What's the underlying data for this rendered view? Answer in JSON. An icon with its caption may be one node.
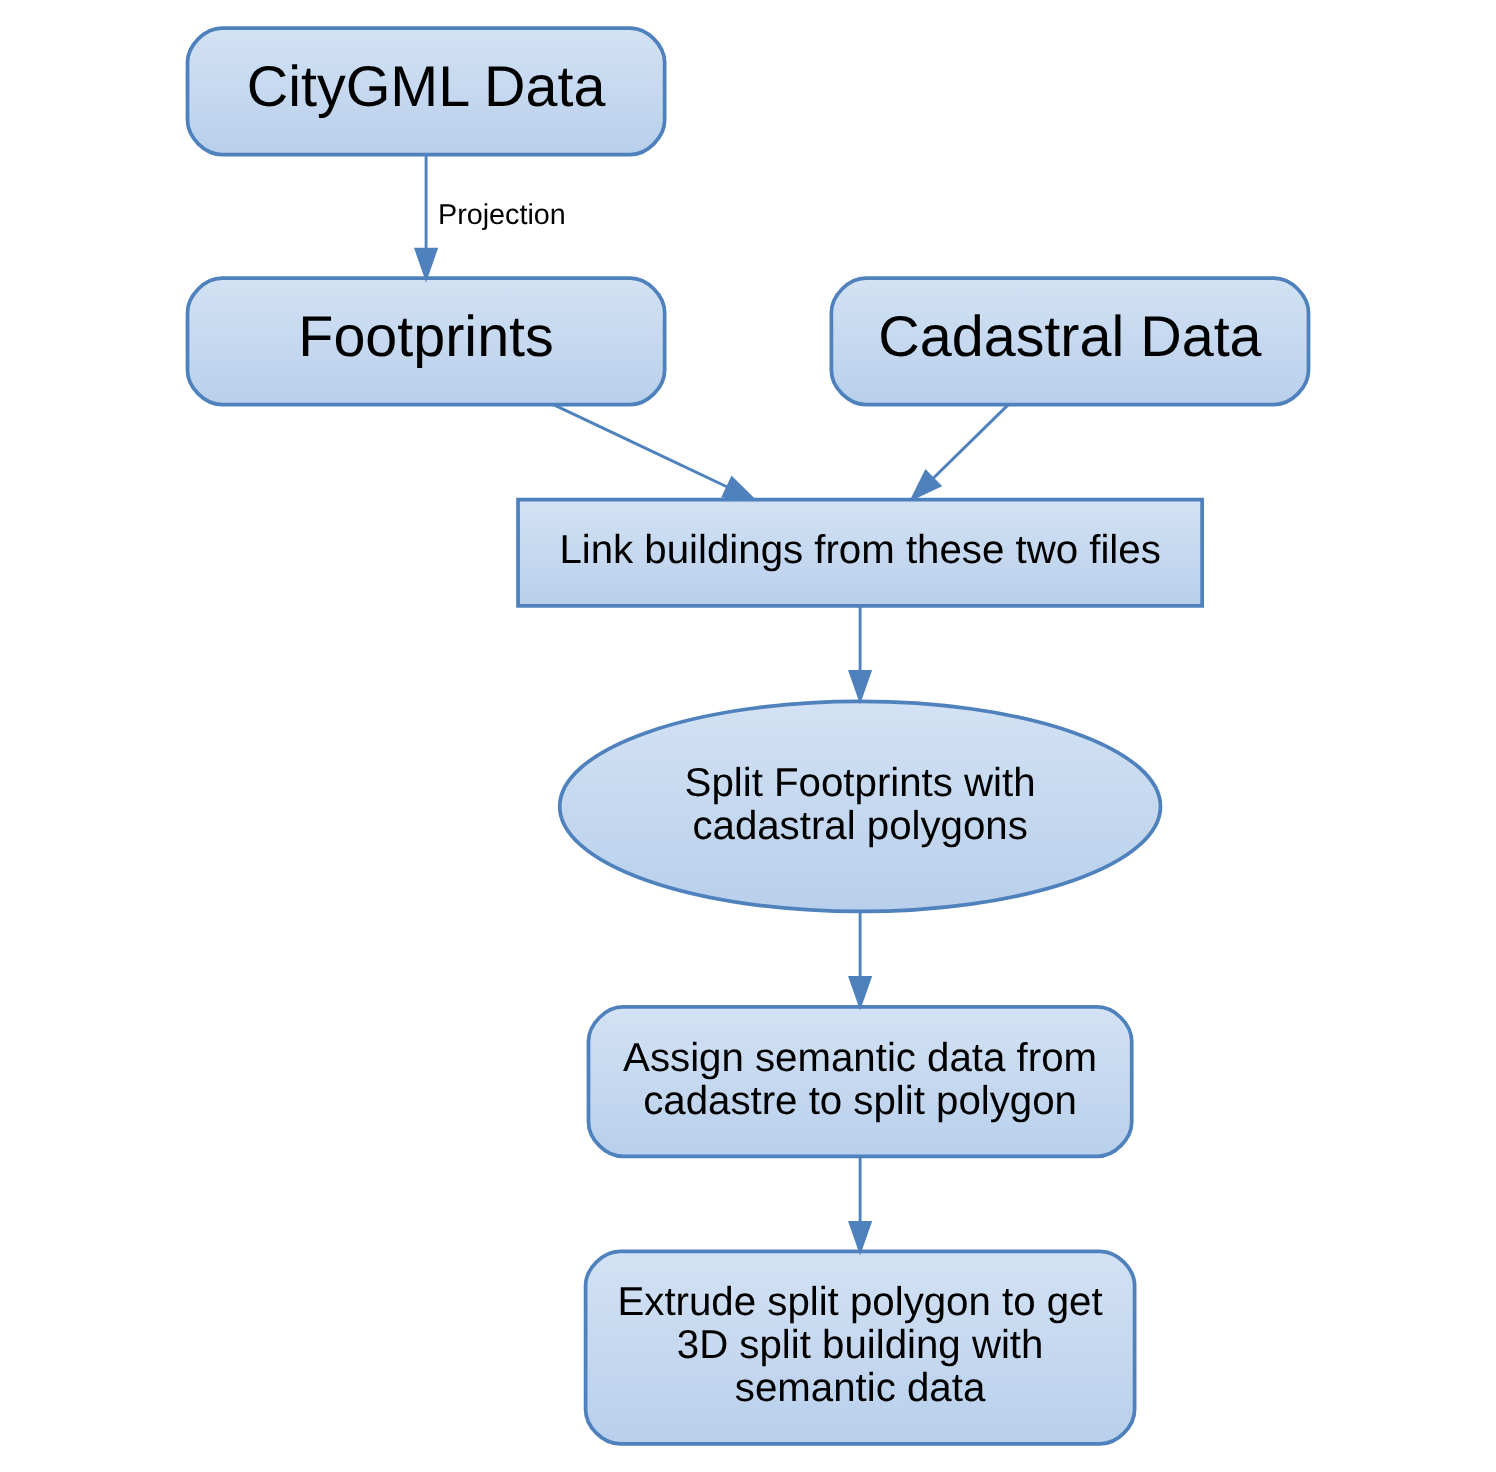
{
  "diagram": {
    "nodes": [
      {
        "text": [
          "CityGML Data"
        ]
      },
      {
        "text": [
          "Footprints"
        ]
      },
      {
        "text": [
          "Cadastral Data"
        ]
      },
      {
        "text": [
          "Link buildings from these two files"
        ]
      },
      {
        "text": [
          "Split Footprints with cadastral polygons"
        ]
      },
      {
        "text": [
          "Assign semantic data from cadastre to split polygon"
        ]
      },
      {
        "text": [
          "Extrude split polygon to get 3D split building with semantic data"
        ]
      }
    ],
    "edges": [
      {
        "from": 0,
        "to": 1,
        "arrow": "to",
        "label": "Projection"
      },
      {
        "from": 1,
        "to": 3,
        "arrow": "to"
      },
      {
        "from": 2,
        "to": 3,
        "arrow": "to"
      },
      {
        "from": 3,
        "to": 4,
        "arrow": "to"
      },
      {
        "from": 4,
        "to": 5,
        "arrow": "to"
      },
      {
        "from": 5,
        "to": 6,
        "arrow": "to"
      }
    ]
  }
}
